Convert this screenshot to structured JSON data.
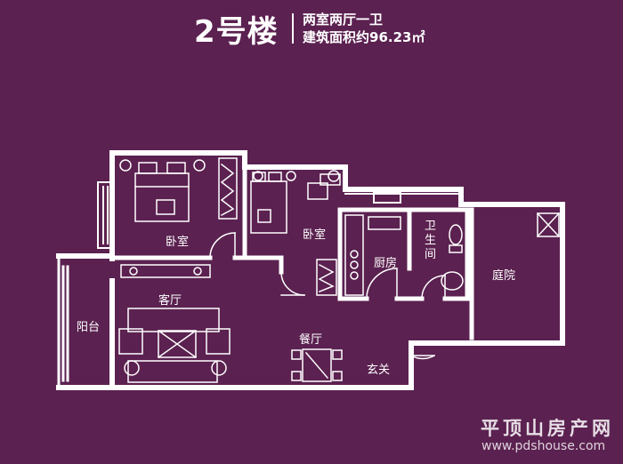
{
  "header": {
    "building": "2号楼",
    "layout": "两室两厅一卫",
    "area": "建筑面积约96.23㎡"
  },
  "rooms": {
    "bedroom_1": "卧室",
    "bedroom_2": "卧室",
    "kitchen": "厨房",
    "bathroom_1": "卫",
    "bathroom_2": "生",
    "bathroom_3": "间",
    "courtyard": "庭院",
    "living_room": "客厅",
    "balcony": "阳台",
    "dining_room": "餐厅",
    "entrance": "玄关"
  },
  "watermark": {
    "site_name": "平顶山房产网",
    "url": "www.pdshouse.com"
  },
  "colors": {
    "background": "#5b2150",
    "wall": "#ffffff",
    "line": "#ffffff"
  }
}
